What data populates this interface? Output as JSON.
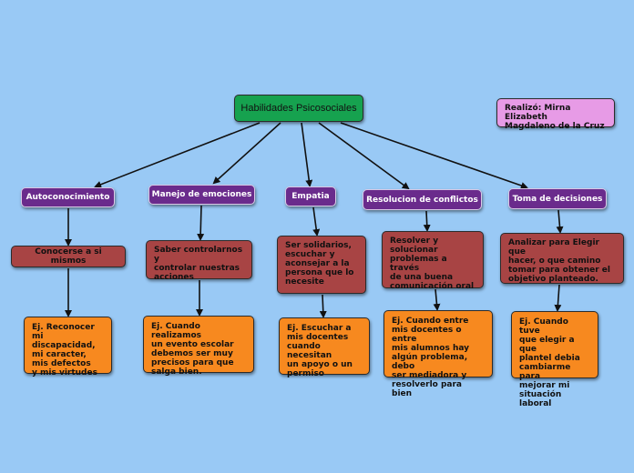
{
  "root": {
    "label": "Habilidades Psicosociales"
  },
  "credit": {
    "label": "Realizó: Mirna Elizabeth\nMagdaleno de la Cruz"
  },
  "branches": [
    {
      "category": "Autoconocimiento",
      "description": "Conocerse a si mismos",
      "example": "Ej. Reconocer\nmi discapacidad,\nmi caracter,\nmis defectos\ny mis virtudes"
    },
    {
      "category": "Manejo de emociones",
      "description": "Saber controlarnos y\ncontrolar nuestras\nacciones",
      "example": "Ej. Cuando realizamos\nun evento escolar\ndebemos ser muy\nprecisos para que\nsalga bien."
    },
    {
      "category": "Empatia",
      "description": "Ser solidarios,\nescuchar y\naconsejar a la\npersona que lo\nnecesite",
      "example": "Ej. Escuchar a\nmis docentes\ncuando necesitan\nun apoyo o un\npermiso"
    },
    {
      "category": "Resolucion de conflictos",
      "description": "Resolver y\nsolucionar\nproblemas a través\nde una buena\ncomunicación oral",
      "example": "Ej. Cuando entre\nmis docentes o entre\nmis alumnos hay\nalgún problema, debo\nser mediadora y\nresolverlo para bien"
    },
    {
      "category": "Toma de decisiones",
      "description": "Analizar para Elegir que\nhacer, o que camino\ntomar para obtener el\nobjetivo planteado.",
      "example": "Ej. Cuando tuve\nque elegir a que\nplantel debia\ncambiarme para\nmejorar mi\nsituación laboral"
    }
  ]
}
